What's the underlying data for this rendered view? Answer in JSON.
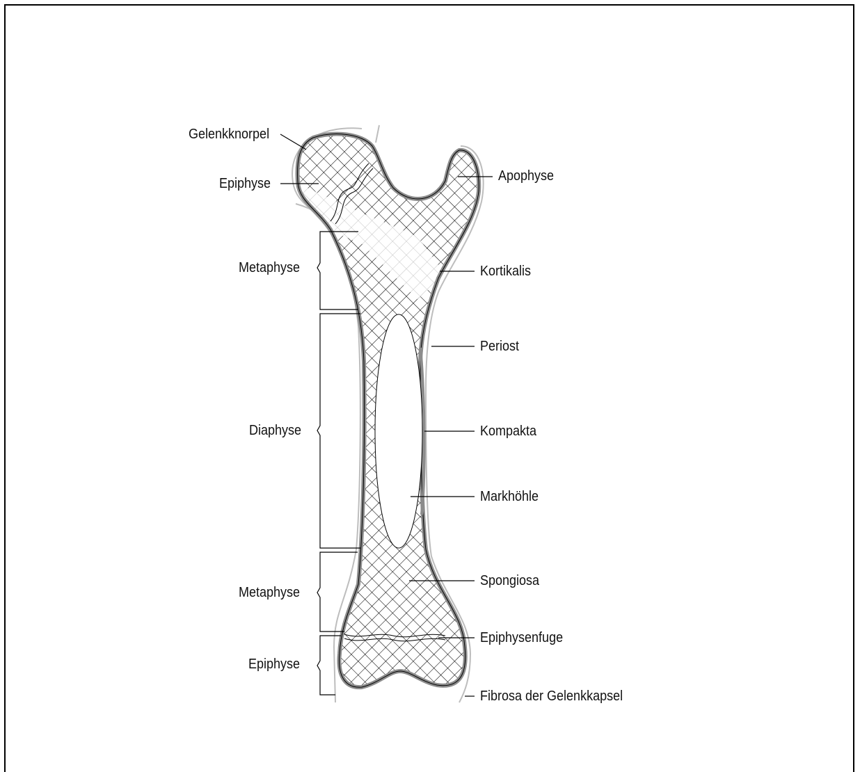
{
  "labels": {
    "gelenkknorpel": "Gelenkknorpel",
    "epiphyse_top": "Epiphyse",
    "metaphyse_top": "Metaphyse",
    "diaphyse": "Diaphyse",
    "metaphyse_bottom": "Metaphyse",
    "epiphyse_bottom": "Epiphyse",
    "apophyse": "Apophyse",
    "kortikalis": "Kortikalis",
    "periost": "Periost",
    "kompakta": "Kompakta",
    "markhoehle": "Markhöhle",
    "spongiosa": "Spongiosa",
    "epiphysenfuge": "Epiphysenfuge",
    "fibrosa": "Fibrosa der Gelenkkapsel"
  },
  "colors": {
    "line": "#000000",
    "cortex_gray": "#8c8c8c",
    "light_hatch": "#c8c8c8",
    "capsule": "#bdbdbd",
    "background": "#ffffff"
  }
}
